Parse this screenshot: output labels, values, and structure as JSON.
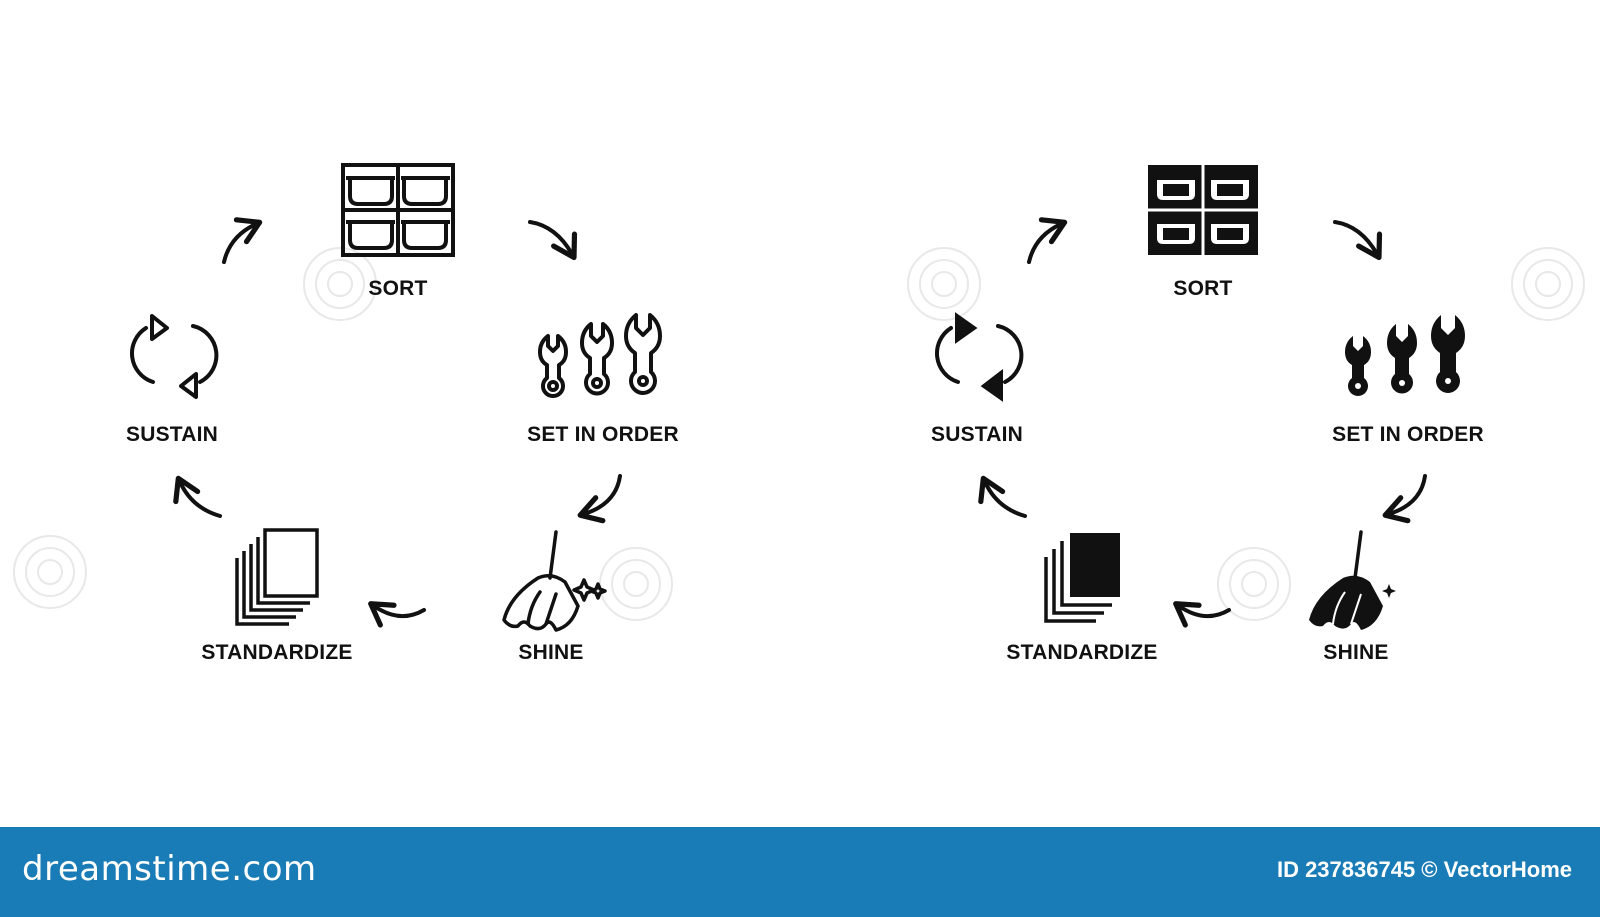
{
  "diagrams": [
    {
      "style": "outline",
      "steps": [
        {
          "label": "SORT",
          "icon": "storage-bins-icon"
        },
        {
          "label": "SET IN ORDER",
          "icon": "wrenches-icon"
        },
        {
          "label": "SHINE",
          "icon": "broom-icon"
        },
        {
          "label": "STANDARDIZE",
          "icon": "document-stack-icon"
        },
        {
          "label": "SUSTAIN",
          "icon": "cycle-arrows-icon"
        }
      ]
    },
    {
      "style": "solid",
      "steps": [
        {
          "label": "SORT",
          "icon": "storage-bins-icon"
        },
        {
          "label": "SET IN ORDER",
          "icon": "wrenches-icon"
        },
        {
          "label": "SHINE",
          "icon": "broom-icon"
        },
        {
          "label": "STANDARDIZE",
          "icon": "document-stack-icon"
        },
        {
          "label": "SUSTAIN",
          "icon": "cycle-arrows-icon"
        }
      ]
    }
  ],
  "footer": {
    "brand": "dreamstime.com",
    "stock_id": "ID 237836745 © VectorHome",
    "background": "#1a7cb6"
  },
  "colors": {
    "ink": "#111111",
    "watermark": "#e6e6e6"
  }
}
